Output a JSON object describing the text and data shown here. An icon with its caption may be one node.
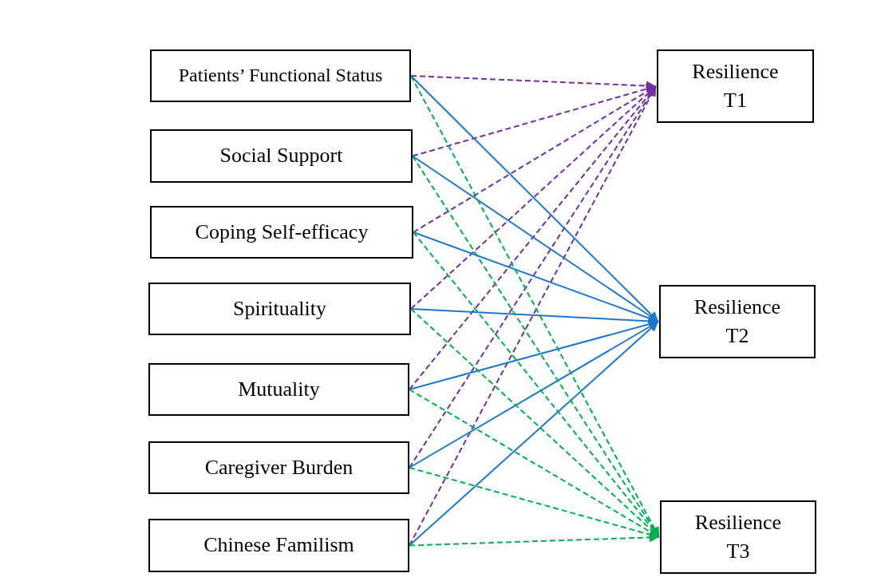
{
  "diagram": {
    "nodes": [
      {
        "text": [
          "Patients’ Functional Status"
        ]
      },
      {
        "text": [
          "Social Support"
        ]
      },
      {
        "text": [
          "Coping Self-efficacy"
        ]
      },
      {
        "text": [
          "Spirituality"
        ]
      },
      {
        "text": [
          "Mutuality"
        ]
      },
      {
        "text": [
          "Caregiver Burden"
        ]
      },
      {
        "text": [
          "Chinese Familism"
        ]
      },
      {
        "text": [
          "Resilience T1"
        ]
      },
      {
        "text": [
          "Resilience T2"
        ]
      },
      {
        "text": [
          "Resilience T3"
        ]
      }
    ],
    "edges": [
      {
        "from": 0,
        "to": 7,
        "arrow": "to",
        "style": "dashed",
        "color": "#7030a0"
      },
      {
        "from": 1,
        "to": 7,
        "arrow": "to",
        "style": "dashed",
        "color": "#7030a0"
      },
      {
        "from": 2,
        "to": 7,
        "arrow": "to",
        "style": "dashed",
        "color": "#7030a0"
      },
      {
        "from": 3,
        "to": 7,
        "arrow": "to",
        "style": "dashed",
        "color": "#7030a0"
      },
      {
        "from": 4,
        "to": 7,
        "arrow": "to",
        "style": "dashed",
        "color": "#7030a0"
      },
      {
        "from": 5,
        "to": 7,
        "arrow": "to",
        "style": "dashed",
        "color": "#7030a0"
      },
      {
        "from": 6,
        "to": 7,
        "arrow": "to",
        "style": "dashed",
        "color": "#7030a0"
      },
      {
        "from": 0,
        "to": 8,
        "arrow": "to",
        "color": "#1f78c8"
      },
      {
        "from": 1,
        "to": 8,
        "arrow": "to",
        "color": "#1f78c8"
      },
      {
        "from": 2,
        "to": 8,
        "arrow": "to",
        "color": "#1f78c8"
      },
      {
        "from": 3,
        "to": 8,
        "arrow": "to",
        "color": "#1f78c8"
      },
      {
        "from": 4,
        "to": 8,
        "arrow": "to",
        "color": "#1f78c8"
      },
      {
        "from": 5,
        "to": 8,
        "arrow": "to",
        "color": "#1f78c8"
      },
      {
        "from": 6,
        "to": 8,
        "arrow": "to",
        "color": "#1f78c8"
      },
      {
        "from": 0,
        "to": 9,
        "arrow": "to",
        "style": "dashed",
        "color": "#00b050"
      },
      {
        "from": 1,
        "to": 9,
        "arrow": "to",
        "style": "dashed",
        "color": "#00b050"
      },
      {
        "from": 2,
        "to": 9,
        "arrow": "to",
        "style": "dashed",
        "color": "#00b050"
      },
      {
        "from": 3,
        "to": 9,
        "arrow": "to",
        "style": "dashed",
        "color": "#00b050"
      },
      {
        "from": 4,
        "to": 9,
        "arrow": "to",
        "style": "dashed",
        "color": "#00b050"
      },
      {
        "from": 5,
        "to": 9,
        "arrow": "to",
        "style": "dashed",
        "color": "#00b050"
      },
      {
        "from": 6,
        "to": 9,
        "arrow": "to",
        "style": "dashed",
        "color": "#00b050"
      }
    ]
  }
}
